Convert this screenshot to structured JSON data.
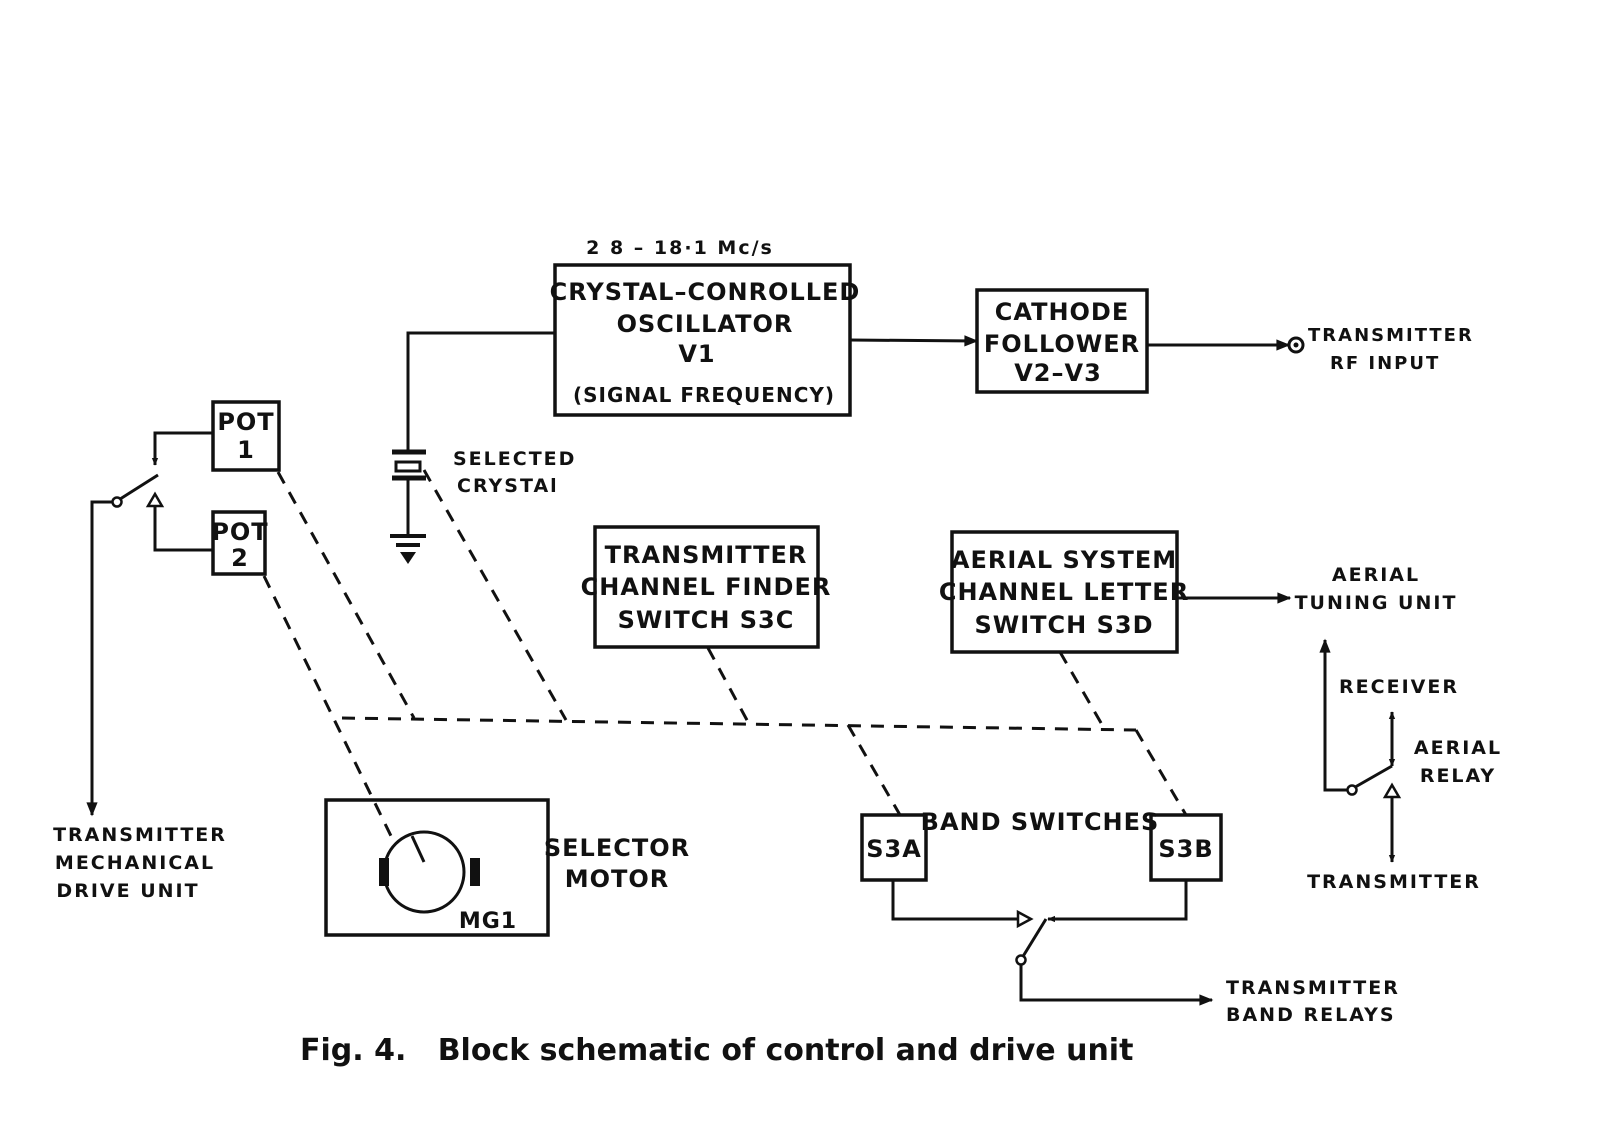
{
  "diagram": {
    "freq_range": "2 8 – 18·1 Mc/s",
    "oscillator": [
      "CRYSTAL–CONROLLED",
      "OSCILLATOR",
      "V1",
      "(SIGNAL  FREQUENCY)"
    ],
    "cathode_follower": [
      "CATHODE",
      "FOLLOWER",
      "V2–V3"
    ],
    "rf_input": [
      "TRANSMITTER",
      "RF  INPUT"
    ],
    "pot1": [
      "POT",
      "1"
    ],
    "pot2": [
      "POT",
      "2"
    ],
    "selected_crystal": [
      "SELECTED",
      "CRYSTAl"
    ],
    "channel_finder": [
      "TRANSMITTER",
      "CHANNEL FINDER",
      "SWITCH  S3C"
    ],
    "aerial_system": [
      "AERIAL  SYSTEM",
      "CHANNEL  LETTER",
      "SWITCH  S3D"
    ],
    "aerial_tuning": [
      "AERIAL",
      "TUNING  UNIT"
    ],
    "receiver": "RECEIVER",
    "aerial_relay": [
      "AERIAL",
      "RELAY"
    ],
    "transmitter": "TRANSMITTER",
    "drive_unit": [
      "TRANSMITTER",
      "MECHANICAL",
      "DRIVE  UNIT"
    ],
    "motor_label": "MG1",
    "selector_motor": [
      "SELECTOR",
      "MOTOR"
    ],
    "s3a": "S3A",
    "s3b": "S3B",
    "band_switches": "BAND SWITCHES",
    "band_relays": [
      "TRANSMITTER",
      "BAND  RELAYS"
    ],
    "caption": "Fig. 4.   Block schematic of control and drive unit"
  }
}
